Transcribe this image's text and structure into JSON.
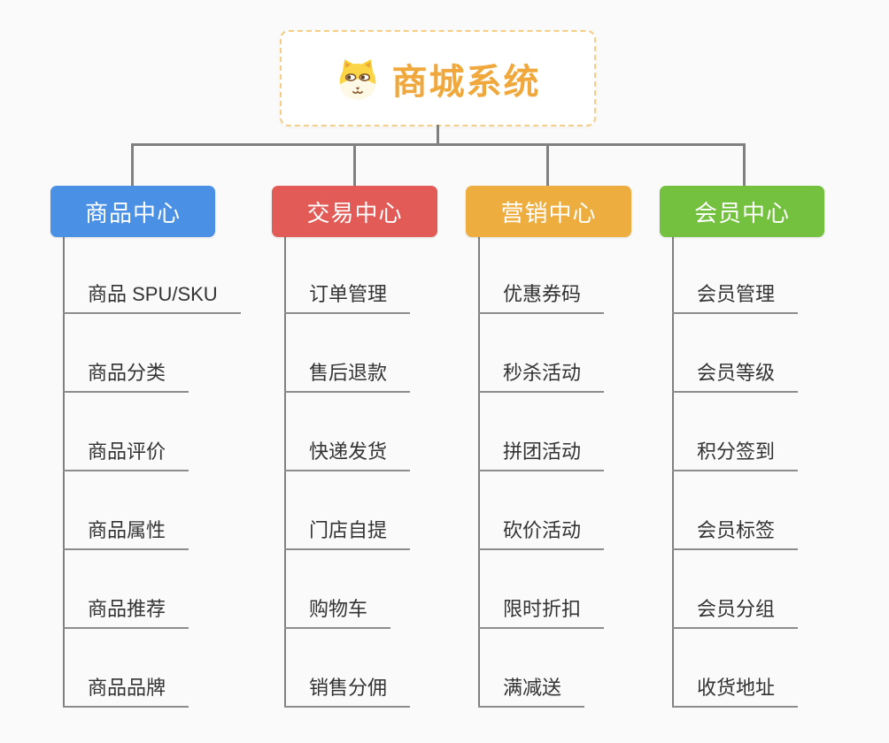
{
  "diagram": {
    "root": {
      "title": "商城系统",
      "icon": "dog-icon"
    },
    "branches": [
      {
        "label": "商品中心",
        "color": "#4A90E5",
        "children": [
          "商品 SPU/SKU",
          "商品分类",
          "商品评价",
          "商品属性",
          "商品推荐",
          "商品品牌"
        ]
      },
      {
        "label": "交易中心",
        "color": "#E25B57",
        "children": [
          "订单管理",
          "售后退款",
          "快递发货",
          "门店自提",
          "购物车",
          "销售分佣"
        ]
      },
      {
        "label": "营销中心",
        "color": "#EDAE3F",
        "children": [
          "优惠券码",
          "秒杀活动",
          "拼团活动",
          "砍价活动",
          "限时折扣",
          "满减送"
        ]
      },
      {
        "label": "会员中心",
        "color": "#74C13F",
        "children": [
          "会员管理",
          "会员等级",
          "积分签到",
          "会员标签",
          "会员分组",
          "收货地址"
        ]
      }
    ],
    "colors": {
      "background": "#FAFAFA",
      "connector": "#808080",
      "leaf_underline": "#8C8C8C",
      "leaf_text": "#333333",
      "root_text": "#F0A73B",
      "root_border": "#F6CD85"
    }
  }
}
